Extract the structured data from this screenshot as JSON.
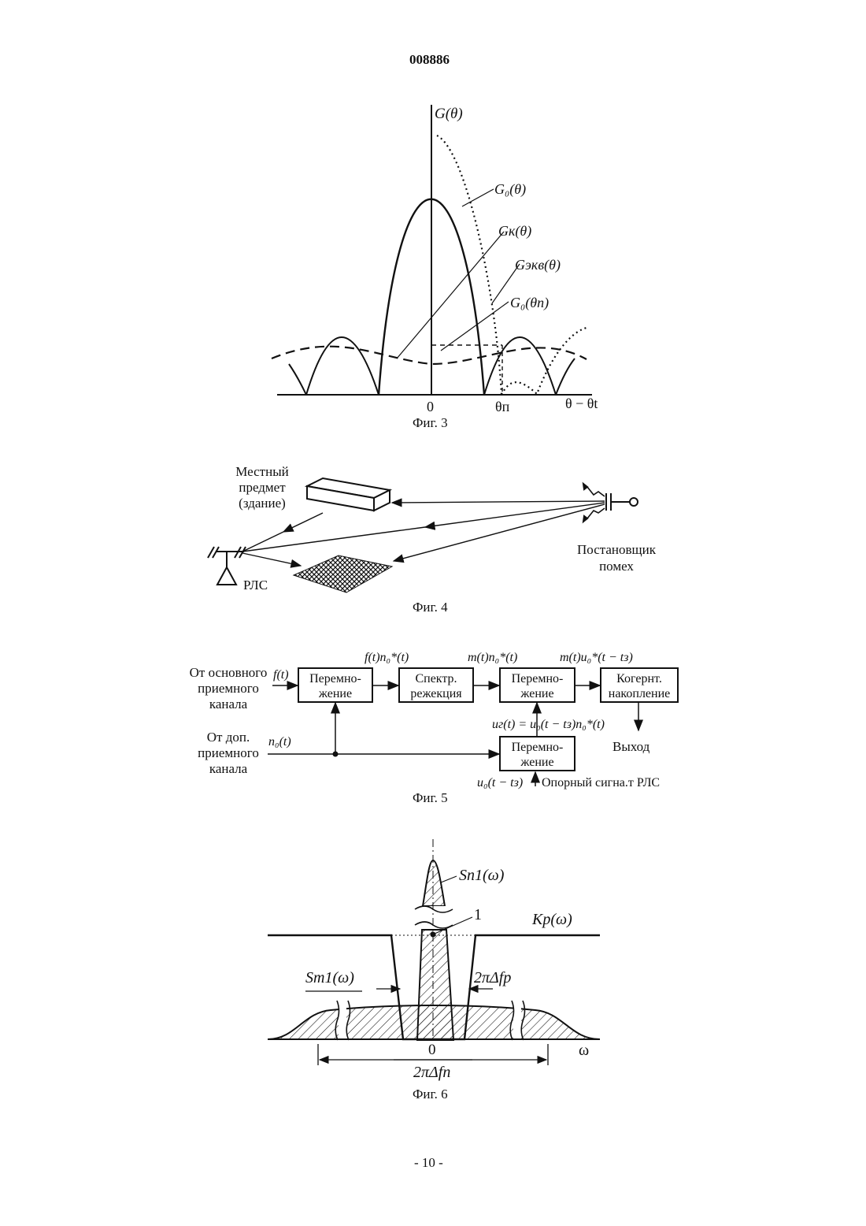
{
  "header": {
    "patent_number": "008886"
  },
  "footer": {
    "page_number": "- 10 -"
  },
  "fig3": {
    "caption": "Фиг. 3",
    "y_axis_label": "G(θ)",
    "curve_labels": [
      "G₀(θ)",
      "Gк(θ)",
      "Gэкв(θ)",
      "G₀(θп)"
    ],
    "x_tick_zero": "0",
    "x_tick_theta_p": "θп",
    "x_axis_label": "θ − θt"
  },
  "fig4": {
    "caption": "Фиг. 4",
    "local_object_label": [
      "Местный",
      "предмет",
      "(здание)"
    ],
    "jammer_label": [
      "Постановщик",
      "помех"
    ],
    "radar_label": "РЛС"
  },
  "fig5": {
    "caption": "Фиг. 5",
    "input_main": [
      "От основного",
      "приемного",
      "канала"
    ],
    "input_aux": [
      "От доп.",
      "приемного",
      "канала"
    ],
    "signal_f": "f(t)",
    "signal_n0": "n₀(t)",
    "block1": [
      "Перемно-",
      "жение"
    ],
    "block2": [
      "Спектр.",
      "режекция"
    ],
    "block3": [
      "Перемно-",
      "жение"
    ],
    "block4": [
      "Когернт.",
      "накопление"
    ],
    "block5": [
      "Перемно-",
      "жение"
    ],
    "sig_after_b1": "f(t)n₀*(t)",
    "sig_after_b2": "m(t)n₀*(t)",
    "sig_after_b3": "m(t)u₀*(t − tз)",
    "sig_ug": "uг(t) = u₀(t − tз)n₀*(t)",
    "sig_ref": "u₀(t − tз)",
    "ref_label": "Опорный сигна.т РЛС",
    "output_label": "Выход"
  },
  "fig6": {
    "caption": "Фиг. 6",
    "label_sn1": "Sn1(ω)",
    "label_kp": "Kр(ω)",
    "label_one": "1",
    "label_sm1": "Sm1(ω)",
    "label_2pidfp": "2πΔfр",
    "label_zero": "0",
    "label_omega": "ω",
    "label_2pidfn": "2πΔfп"
  }
}
